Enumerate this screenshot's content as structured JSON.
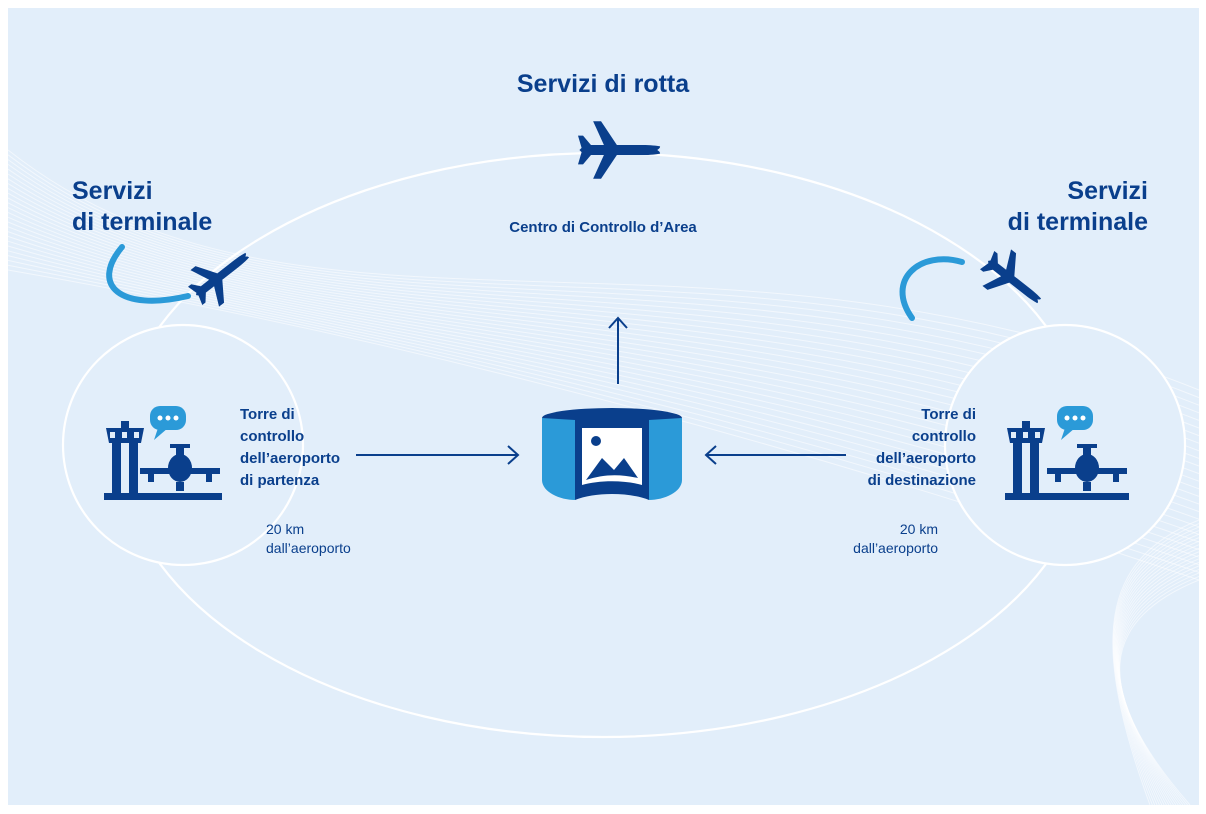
{
  "title": "Servizi di rotta",
  "area_center_label": "Centro di Controllo d’Area",
  "terminal_left": {
    "line1": "Servizi",
    "line2": "di terminale"
  },
  "terminal_right": {
    "line1": "Servizi",
    "line2": "di terminale"
  },
  "tower_departure": {
    "lines": [
      "Torre di",
      "controllo",
      "dell’aeroporto",
      "di partenza"
    ],
    "distance": [
      "20 km",
      "dall’aeroporto"
    ]
  },
  "tower_destination": {
    "lines": [
      "Torre di",
      "controllo",
      "dell’aeroporto",
      "di destinazione"
    ],
    "distance": [
      "20 km",
      "dall’aeroporto"
    ]
  },
  "icons": {
    "enroute": "airplane-icon",
    "terminal_left": "airplane-icon",
    "terminal_right": "airplane-icon",
    "tower_left": "control-tower-icon",
    "tower_right": "control-tower-icon",
    "center": "remote-tower-panorama-icon"
  },
  "colors": {
    "background": "#e2eefa",
    "dark_blue": "#0a3f8c",
    "light_blue": "#2b9ad8",
    "lines": "#ffffff"
  }
}
